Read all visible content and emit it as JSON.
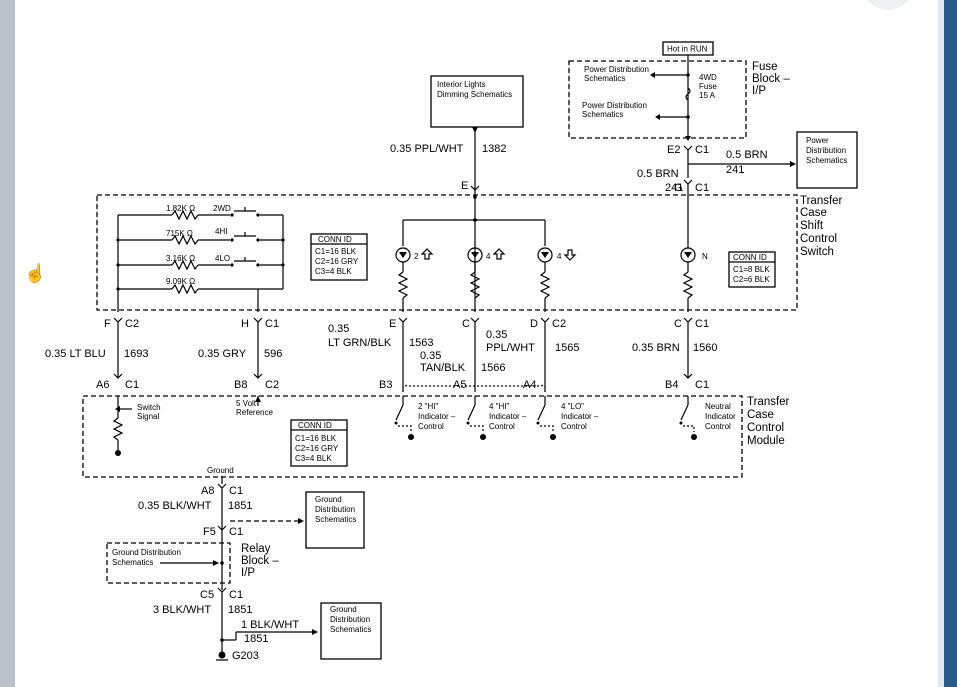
{
  "labels": {
    "hot_in_run": "Hot in RUN",
    "fuse_block": [
      "Fuse",
      "Block –",
      "I/P"
    ],
    "pds_1": [
      "Power Distribution",
      "Schematics"
    ],
    "pds_2": [
      "Power Distribution",
      "Schematics"
    ],
    "fuse": [
      "4WD",
      "Fuse",
      "15 A"
    ],
    "pds_3": [
      "Power",
      "Distribution",
      "Schematics"
    ],
    "interior_lights": [
      "Interior Lights",
      "Dimming Schematics"
    ],
    "wire_1382": "0.35 PPL/WHT",
    "num_1382": "1382",
    "pin_E_top": "E",
    "pin_E2": "E2",
    "pin_C1_e2": "C1",
    "wire_brn_top": "0.5 BRN",
    "num_241_top": "241",
    "wire_brn_left": "0.5 BRN",
    "num_241_left": "241",
    "pin_G": "G",
    "pin_C1_g": "C1",
    "tcss": [
      "Transfer",
      "Case",
      "Shift",
      "Control",
      "Switch"
    ],
    "resistors": [
      {
        "value": "1.82K Ω",
        "label": "2WD"
      },
      {
        "value": "715K Ω",
        "label": "4HI"
      },
      {
        "value": "3.16K Ω",
        "label": "4LO"
      },
      {
        "value": "9.09K Ω",
        "label": ""
      }
    ],
    "conn_id_1": [
      "CONN ID",
      "C1=16 BLK",
      "C2=16 GRY",
      "C3=4 BLK"
    ],
    "conn_id_2": [
      "CONN ID",
      "C1=8 BLK",
      "C2=6 BLK"
    ],
    "conn_id_3": [
      "CONN ID",
      "C1=16 BLK",
      "C2=16 GRY",
      "C3=4 BLK"
    ],
    "led_labels": [
      "2",
      "4",
      "4",
      "N"
    ],
    "pins_mid": [
      {
        "pin": "F",
        "conn": "C2"
      },
      {
        "pin": "H",
        "conn": "C1"
      },
      {
        "pin": "E",
        "conn": ""
      },
      {
        "pin": "C",
        "conn": ""
      },
      {
        "pin": "D",
        "conn": "C2"
      },
      {
        "pin": "C",
        "conn": "C1"
      }
    ],
    "wires_mid": [
      {
        "gauge": "0.35 LT BLU",
        "num": "1693"
      },
      {
        "gauge": "0.35 GRY",
        "num": "596"
      },
      {
        "gauge_a": "0.35",
        "gauge_b": "LT GRN/BLK",
        "num": "1563"
      },
      {
        "gauge_a": "0.35",
        "gauge_b": "TAN/BLK",
        "num": "1566"
      },
      {
        "gauge_a": "0.35",
        "gauge_b": "PPL/WHT",
        "num": "1565"
      },
      {
        "gauge": "0.35 BRN",
        "num": "1560"
      }
    ],
    "pins_low": [
      {
        "pin": "A6",
        "conn": "C1"
      },
      {
        "pin": "B8",
        "conn": "C2"
      },
      {
        "pin": "B3",
        "conn": ""
      },
      {
        "pin": "A5",
        "conn": ""
      },
      {
        "pin": "A4",
        "conn": ""
      },
      {
        "pin": "B4",
        "conn": "C1"
      }
    ],
    "tccm": [
      "Transfer",
      "Case",
      "Control",
      "Module"
    ],
    "switch_signal": [
      "Switch",
      "Signal"
    ],
    "five_volt": [
      "5 Volt",
      "Reference"
    ],
    "indicators": [
      [
        "2 \"HI\"",
        "Indicator –",
        "Control"
      ],
      [
        "4 \"HI\"",
        "Indicator –",
        "Control"
      ],
      [
        "4 \"LO\"",
        "Indicator –",
        "Control"
      ],
      [
        "Neutral",
        "Indicator",
        "Control"
      ]
    ],
    "ground_label": "Ground",
    "pin_A8": "A8",
    "pin_C1_a8": "C1",
    "wire_1851a": "0.35 BLK/WHT",
    "num_1851a": "1851",
    "gds_1": [
      "Ground",
      "Distribution",
      "Schematics"
    ],
    "pin_F5": "F5",
    "pin_C1_f5": "C1",
    "relay_block": [
      "Relay",
      "Block –",
      "I/P"
    ],
    "gds_2": [
      "Ground Distribution",
      "Schematics"
    ],
    "pin_C5": "C5",
    "pin_C1_c5": "C1",
    "wire_1851b": "3 BLK/WHT",
    "num_1851b": "1851",
    "wire_1851c": "1 BLK/WHT",
    "num_1851c": "1851",
    "gds_3": [
      "Ground",
      "Distribution",
      "Schematics"
    ],
    "ground_g203": "G203"
  }
}
